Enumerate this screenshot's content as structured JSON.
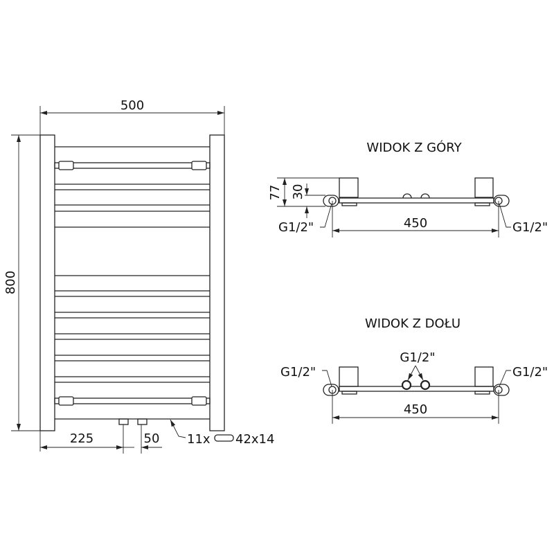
{
  "front_view": {
    "width_dim": "500",
    "height_dim": "800",
    "left_offset_dim": "225",
    "spacing_dim": "50",
    "bars_count": "11x",
    "bar_profile": "42x14"
  },
  "top_view": {
    "title": "WIDOK Z GÓRY",
    "depth_dim": "77",
    "connection_dim": "30",
    "axis_dim": "450",
    "left_thread": "G1/2\"",
    "right_thread": "G1/2\""
  },
  "bottom_view": {
    "title": "WIDOK Z DOŁU",
    "axis_dim": "450",
    "left_thread": "G1/2\"",
    "right_thread": "G1/2\"",
    "center_thread": "G1/2\""
  }
}
